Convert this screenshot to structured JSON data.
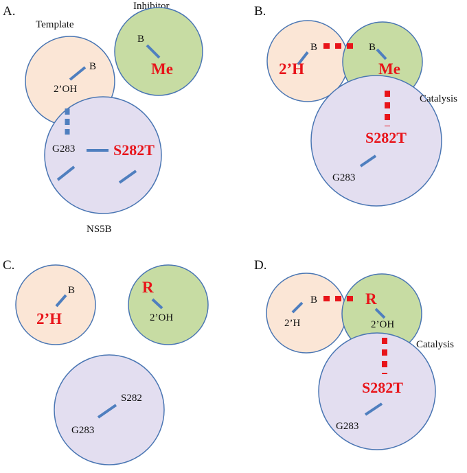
{
  "colors": {
    "template_fill": "#fbe6d6",
    "inhibitor_fill": "#c7dca3",
    "ns5b_fill": "#e3def0",
    "outline": "#4a76b3",
    "bond": "#4f7fbf",
    "interaction": "#e8141a",
    "red_text": "#e8141a"
  },
  "panels": {
    "A": {
      "panel_label": "A.",
      "template_label": "Template",
      "inhibitor_label": "Inhibitor",
      "enzyme_label": "NS5B",
      "template_base": "B",
      "template_sugar": "2’OH",
      "inhibitor_base": "B",
      "inhibitor_sugar": "Me",
      "residue_gly": "G283",
      "residue_ser": "S282T"
    },
    "B": {
      "panel_label": "B.",
      "template_base": "B",
      "template_sugar": "2’H",
      "inhibitor_base": "B",
      "inhibitor_sugar": "Me",
      "catalysis": "Catalysis",
      "residue_ser": "S282T",
      "residue_gly": "G283"
    },
    "C": {
      "panel_label": "C.",
      "template_base": "B",
      "template_sugar": "2’H",
      "inhibitor_base": "R",
      "inhibitor_sugar": "2’OH",
      "residue_ser": "S282",
      "residue_gly": "G283"
    },
    "D": {
      "panel_label": "D.",
      "template_base": "B",
      "template_sugar": "2’H",
      "inhibitor_base": "R",
      "inhibitor_sugar": "2’OH",
      "catalysis": "Catalysis",
      "residue_ser": "S282T",
      "residue_gly": "G283"
    }
  }
}
